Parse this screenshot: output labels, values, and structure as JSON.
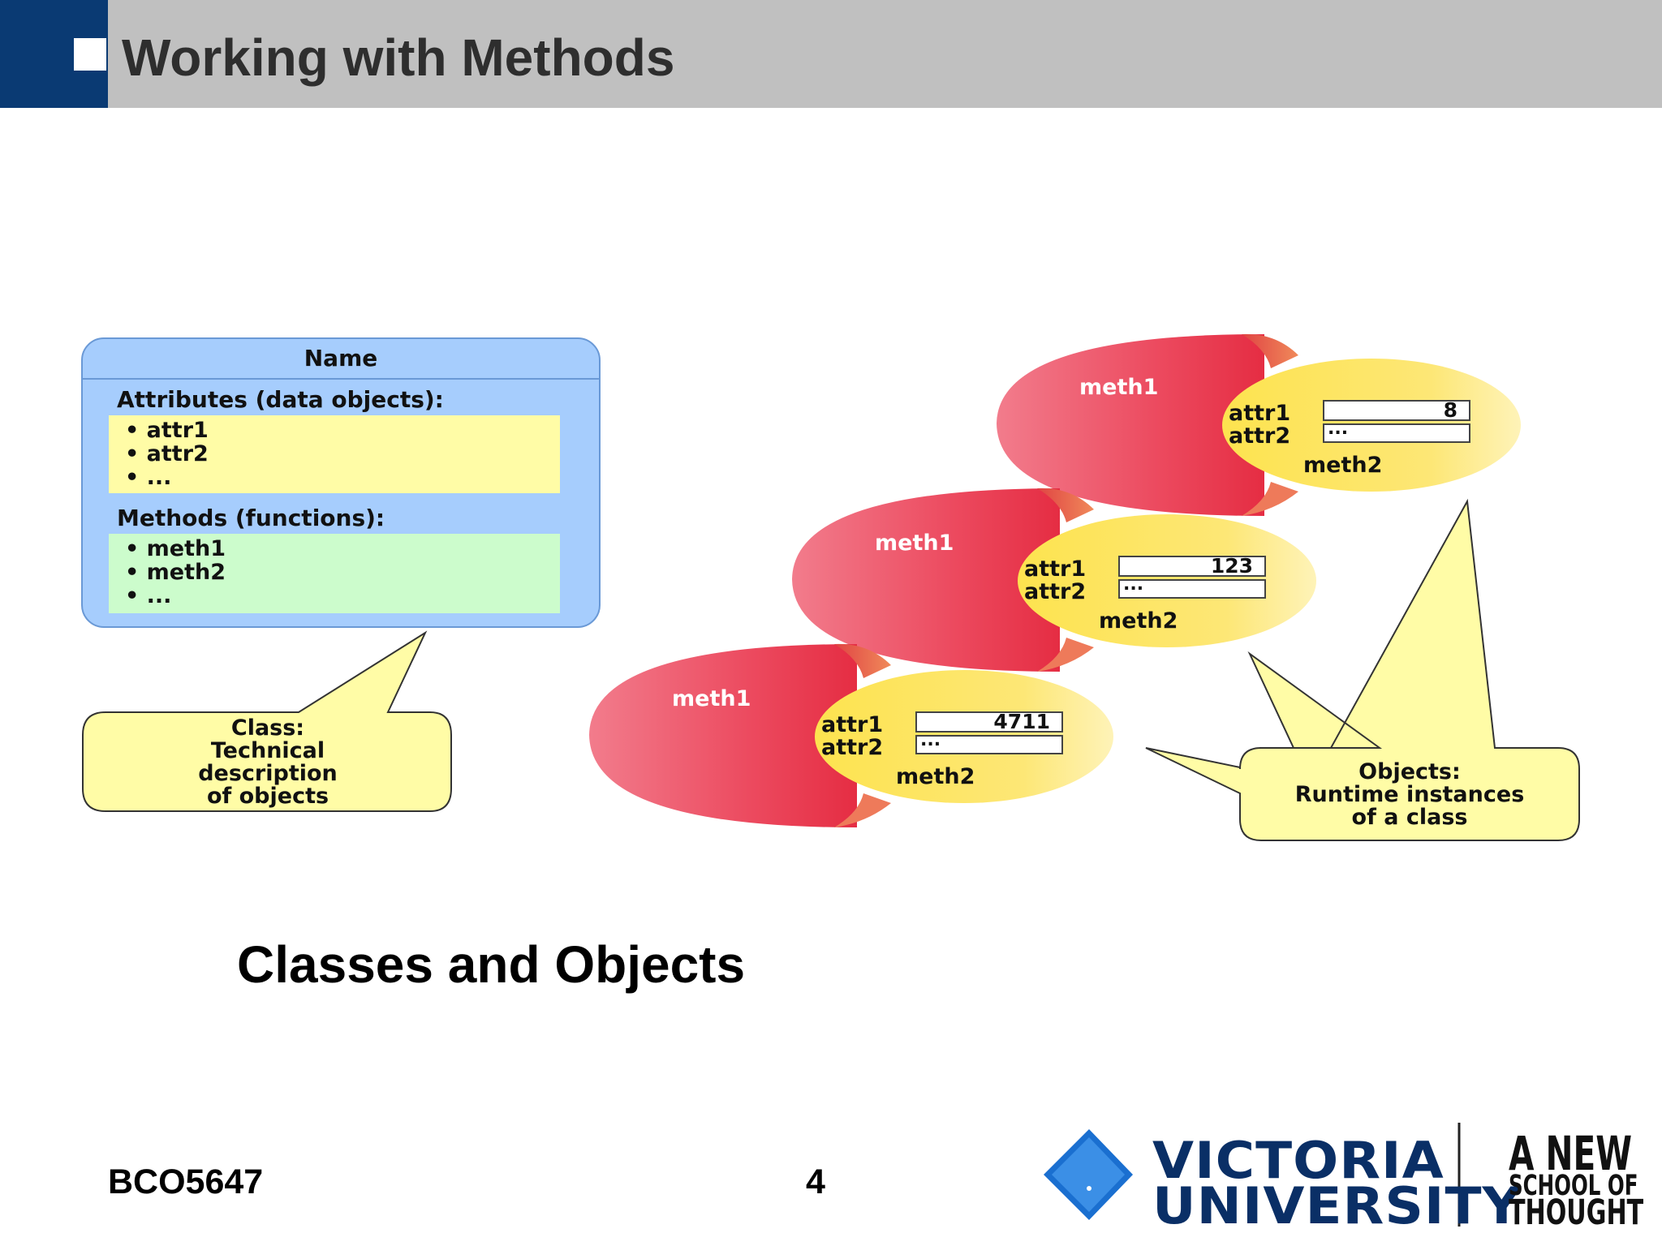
{
  "header": {
    "title": "Working with Methods"
  },
  "class_box": {
    "name": "Name",
    "attributes_heading": "Attributes (data objects):",
    "attributes": [
      "• attr1",
      "• attr2",
      "• ..."
    ],
    "methods_heading": "Methods (functions):",
    "methods": [
      "• meth1",
      "• meth2",
      "• ..."
    ]
  },
  "class_callout": [
    "Class:",
    "Technical",
    "description",
    "of objects"
  ],
  "objects": [
    {
      "meth1": "meth1",
      "attr1": "attr1",
      "attr1_value": "8",
      "attr2": "attr2",
      "attr2_value": "...",
      "meth2": "meth2"
    },
    {
      "meth1": "meth1",
      "attr1": "attr1",
      "attr1_value": "123",
      "attr2": "attr2",
      "attr2_value": "...",
      "meth2": "meth2"
    },
    {
      "meth1": "meth1",
      "attr1": "attr1",
      "attr1_value": "4711",
      "attr2": "attr2",
      "attr2_value": "...",
      "meth2": "meth2"
    }
  ],
  "objects_callout": [
    "Objects:",
    "Runtime instances",
    "of a class"
  ],
  "subtitle": "Classes and Objects",
  "footer": {
    "course_code": "BCO5647",
    "page_number": "4"
  },
  "logo": {
    "line1": "VICTORIA",
    "line2": "UNIVERSITY",
    "slogan": [
      "A NEW",
      "SCHOOL OF",
      "THOUGHT"
    ]
  },
  "colors": {
    "header_band": "#c0c0c0",
    "header_navy": "#0a3a73",
    "class_box": "#a6cdfd",
    "attr_fill": "#fffca6",
    "method_fill": "#ccfccc",
    "object_red": "#e8384f",
    "object_yellow": "#fde04a",
    "callout_fill": "#fffca6",
    "logo_blue": "#1a6fd0"
  }
}
